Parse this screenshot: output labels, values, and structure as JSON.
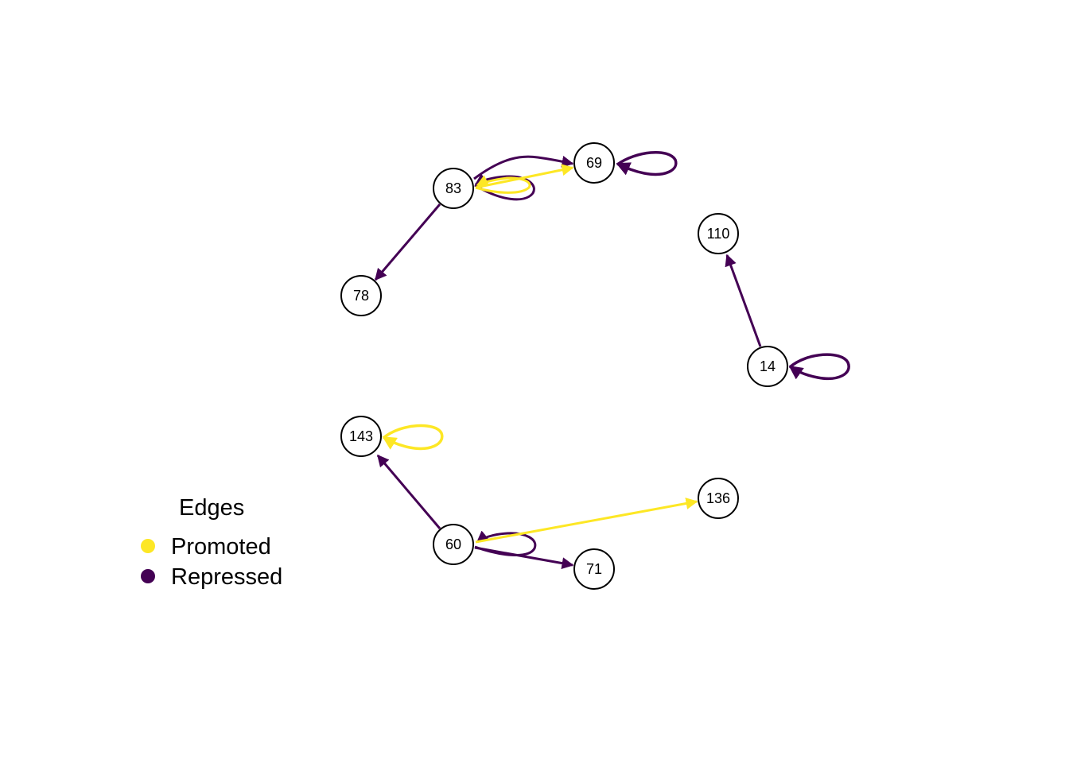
{
  "legend": {
    "title": "Edges",
    "items": [
      {
        "key": "promoted",
        "label": "Promoted",
        "color": "#FDE725"
      },
      {
        "key": "repressed",
        "label": "Repressed",
        "color": "#440154"
      }
    ]
  },
  "nodes": [
    {
      "id": "n83",
      "label": "83"
    },
    {
      "id": "n69",
      "label": "69"
    },
    {
      "id": "n78",
      "label": "78"
    },
    {
      "id": "n110",
      "label": "110"
    },
    {
      "id": "n14",
      "label": "14"
    },
    {
      "id": "n143",
      "label": "143"
    },
    {
      "id": "n136",
      "label": "136"
    },
    {
      "id": "n60",
      "label": "60"
    },
    {
      "id": "n71",
      "label": "71"
    }
  ],
  "edges": [
    {
      "from": "83",
      "to": "69",
      "type": "repressed"
    },
    {
      "from": "83",
      "to": "69",
      "type": "promoted"
    },
    {
      "from": "83",
      "to": "83",
      "type": "repressed"
    },
    {
      "from": "83",
      "to": "83",
      "type": "promoted"
    },
    {
      "from": "83",
      "to": "78",
      "type": "repressed"
    },
    {
      "from": "69",
      "to": "69",
      "type": "repressed"
    },
    {
      "from": "14",
      "to": "110",
      "type": "repressed"
    },
    {
      "from": "14",
      "to": "14",
      "type": "repressed"
    },
    {
      "from": "143",
      "to": "143",
      "type": "promoted"
    },
    {
      "from": "60",
      "to": "143",
      "type": "repressed"
    },
    {
      "from": "60",
      "to": "136",
      "type": "promoted"
    },
    {
      "from": "60",
      "to": "71",
      "type": "repressed"
    },
    {
      "from": "60",
      "to": "60",
      "type": "repressed"
    }
  ]
}
